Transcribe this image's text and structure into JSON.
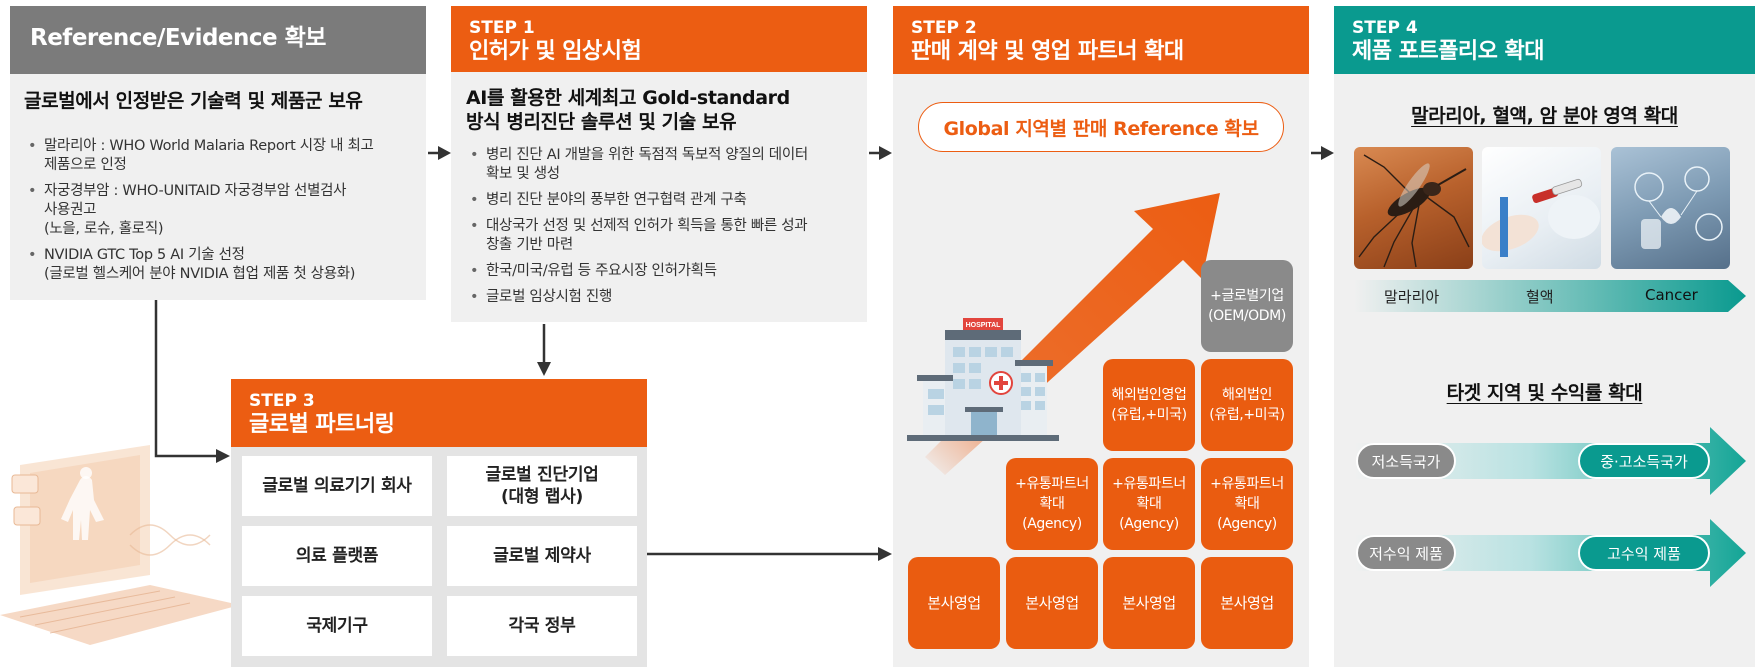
{
  "reference": {
    "title": "Reference/Evidence 확보",
    "heading": "글로벌에서 인정받은 기술력 및 제품군 보유",
    "bullets": [
      "말라리아 : WHO World Malaria Report 시장 내 최고\n제품으로 인정",
      "자궁경부암 : WHO-UNITAID 자궁경부암 선별검사\n사용권고\n(노을, 로슈, 홀로직)",
      "NVIDIA GTC Top 5 AI 기술 선정\n(글로벌 헬스케어 분야 NVIDIA 협업 제품 첫 상용화)"
    ]
  },
  "step1": {
    "step": "STEP 1",
    "title": "인허가 및 임상시험",
    "heading": "AI를 활용한 세계최고 Gold-standard\n방식 병리진단 솔루션 및 기술 보유",
    "bullets": [
      "병리 진단 AI 개발을 위한 독점적  독보적 양질의 데이터\n확보 및 생성",
      "병리 진단 분야의 풍부한 연구협력 관계 구축",
      "대상국가 선정 및 선제적 인허가 획득을 통한 빠른 성과\n창출 기반 마련",
      "한국/미국/유럽 등 주요시장 인허가획득",
      "글로벌 임상시험 진행"
    ]
  },
  "step2": {
    "step": "STEP 2",
    "title": "판매 계약 및 영업 파트너 확대",
    "banner": "Global 지역별  판매 Reference 확보",
    "hospital_sign": "HOSPITAL",
    "global_company": "+글로벌기업\n(OEM/ODM)",
    "overseas_sales": "해외법인영업\n(유럽,+미국)",
    "overseas_corp": "해외법인\n(유럽,+미국)",
    "distribution": "+유통파트너\n확대\n(Agency)",
    "hq_sales": "본사영업"
  },
  "step3": {
    "step": "STEP 3",
    "title": "글로벌 파트너링",
    "cells": [
      "글로벌 의료기기 회사",
      "글로벌 진단기업\n(대형 랩사)",
      "의료 플랫폼",
      "글로벌 제약사",
      "국제기구",
      "각국 정부"
    ]
  },
  "step4": {
    "step": "STEP 4",
    "title": "제품 포트폴리오 확대",
    "portfolio_heading": "말라리아, 혈액, 암 분야 영역 확대",
    "areas": [
      "말라리아",
      "혈액",
      "Cancer"
    ],
    "target_heading": "타겟 지역 및 수익률 확대",
    "region_from": "저소득국가",
    "region_to": "중·고소득국가",
    "product_from": "저수익 제품",
    "product_to": "고수익 제품"
  },
  "colors": {
    "orange": "#ec5d12",
    "gray": "#7b7b7b",
    "teal": "#0a9a8f"
  }
}
